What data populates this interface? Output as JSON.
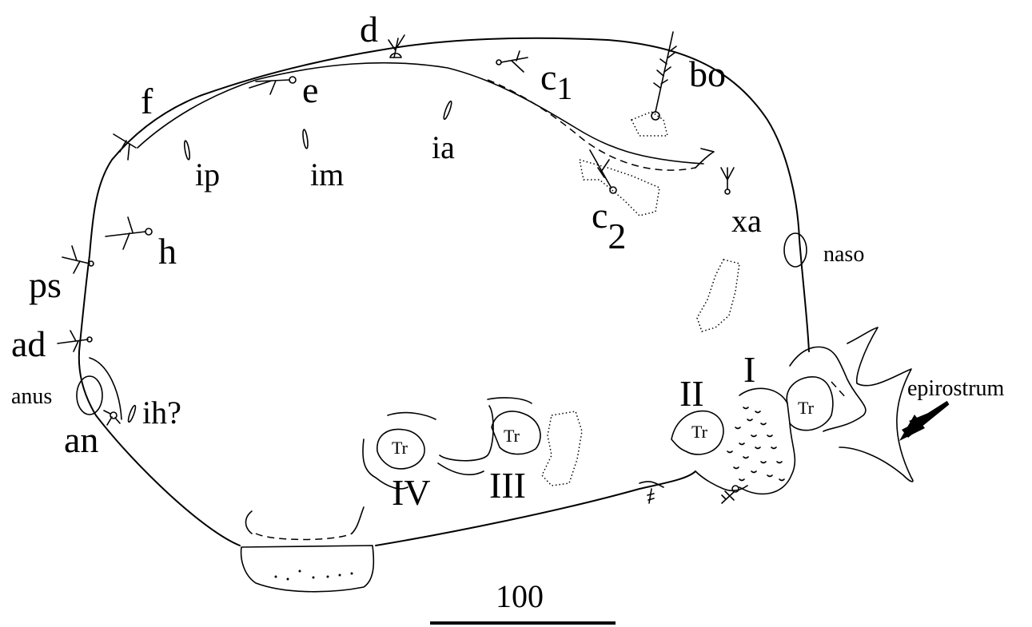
{
  "labels": {
    "d": "d",
    "c1_main": "c",
    "c1_sub": "1",
    "bo": "bo",
    "e": "e",
    "f": "f",
    "ia": "ia",
    "ip": "ip",
    "im": "im",
    "c2_main": "c",
    "c2_sub": "2",
    "xa": "xa",
    "h": "h",
    "naso": "naso",
    "ps": "ps",
    "ad": "ad",
    "anus": "anus",
    "ih": "ih?",
    "an": "an",
    "leg_I": "I",
    "leg_II": "II",
    "leg_III": "III",
    "leg_IV": "IV",
    "tr": "Tr",
    "epirostrum": "epirostrum"
  },
  "scale_bar": {
    "label": "100"
  }
}
